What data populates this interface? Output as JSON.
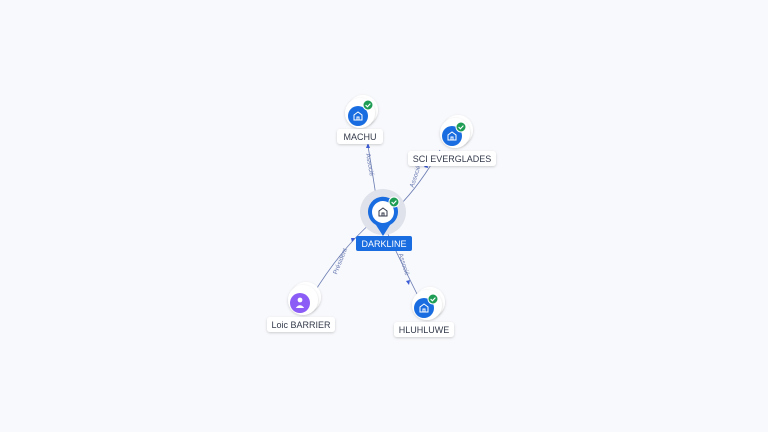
{
  "graph": {
    "center": {
      "label": "DARKLINE",
      "icon": "building-icon",
      "verified": true
    },
    "nodes": [
      {
        "id": "machu",
        "label": "MACHU",
        "icon": "building-icon",
        "verified": true
      },
      {
        "id": "sci_everglades",
        "label": "SCI EVERGLADES",
        "icon": "building-icon",
        "verified": true
      },
      {
        "id": "hluhluwe",
        "label": "HLUHLUWE",
        "icon": "building-icon",
        "verified": true
      },
      {
        "id": "loic_barrier",
        "label": "Loic BARRIER",
        "icon": "person-icon",
        "verified": false
      }
    ],
    "edges": [
      {
        "label": "Associé"
      },
      {
        "label": "Associé"
      },
      {
        "label": "Associé"
      },
      {
        "label": "Président"
      }
    ]
  },
  "colors": {
    "company": "#1a6de0",
    "person": "#8b5cf6",
    "verified": "#1f9d55",
    "edge": "#6b7cb3",
    "background": "#f8f9fc"
  }
}
